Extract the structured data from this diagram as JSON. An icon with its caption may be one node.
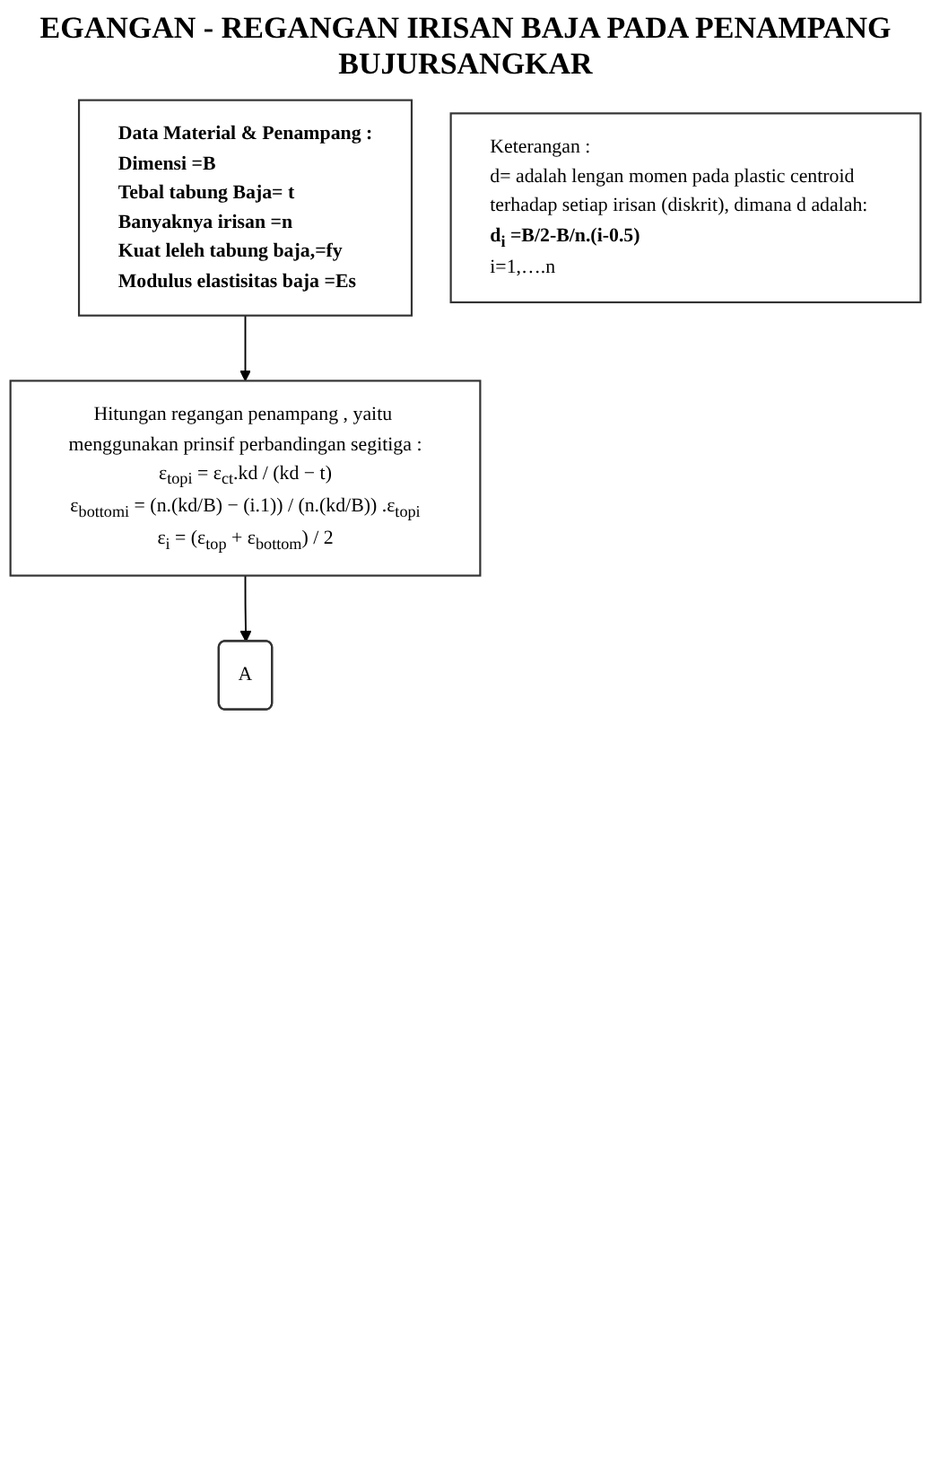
{
  "diagram": {
    "title": "EGANGAN - REGANGAN IRISAN BAJA PADA PENAMPANG BUJURSANGKAR",
    "nodes": [
      {
        "text": [
          "Data Material & Penampang :",
          "Dimensi =B",
          "Tebal tabung Baja= t",
          "Banyaknya irisan =n",
          "Kuat leleh tabung baja,=fy",
          "Modulus elastisitas baja =Es"
        ]
      },
      {
        "text": [
          "Keterangan :",
          "d= adalah lengan momen pada plastic centroid terhadap setiap irisan (diskrit), dimana d adalah:",
          "**d$_{i}$ =B/2-B/n.(i-0.5)**",
          "i=1,….n"
        ]
      },
      {
        "text": [
          "Hitungan regangan penampang , yaitu menggunakan prinsif perbandingan segitiga :",
          "ε$_{topi}$ = ε$_{ct}$.kd / (kd − t)",
          "ε$_{bottomi}$ = (n.(kd/B) − (i.1)) / (n.(kd/B)) .ε$_{topi}$",
          "ε$_{i}$ = (ε$_{top}$ + ε$_{bottom}$) / 2"
        ]
      },
      {
        "text": [
          "A"
        ]
      }
    ],
    "edges": [
      {
        "from": 0,
        "to": 2,
        "arrow": "to"
      },
      {
        "from": 2,
        "to": 3,
        "arrow": "to"
      }
    ]
  }
}
